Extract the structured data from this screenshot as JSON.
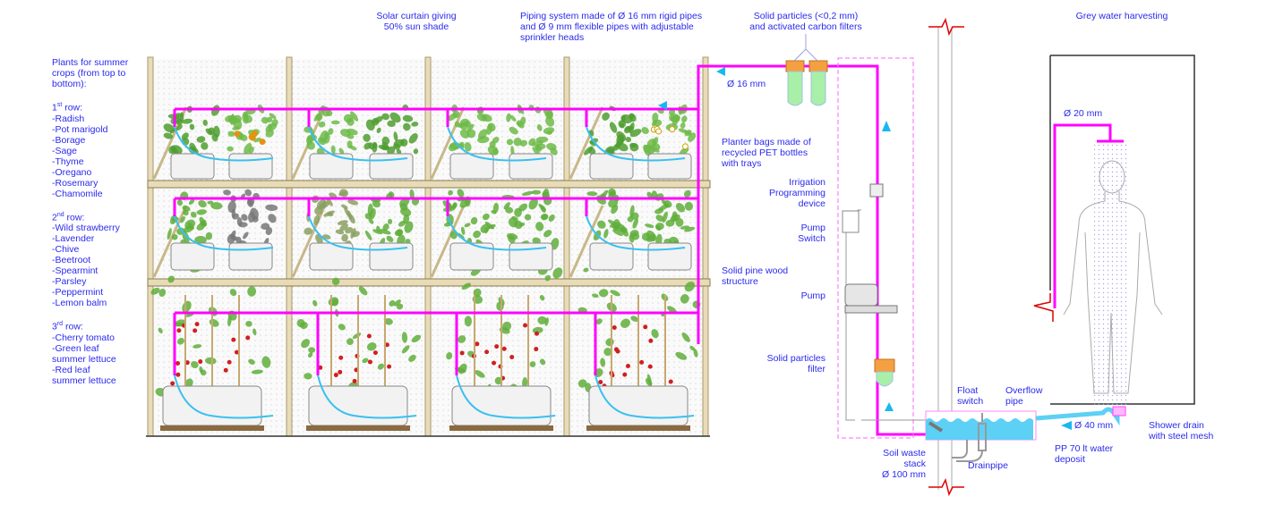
{
  "plants_list": {
    "intro": "Plants for summer\ncrops (from top to\nbottom):",
    "rows": [
      {
        "ordinal": "1",
        "suffix": "st",
        "label": " row:",
        "items": [
          "-Radish",
          "-Pot marigold",
          "-Borage",
          "-Sage",
          "-Thyme",
          "-Oregano",
          "-Rosemary",
          "-Chamomile"
        ]
      },
      {
        "ordinal": "2",
        "suffix": "nd",
        "label": " row:",
        "items": [
          "-Wild strawberry",
          "-Lavender",
          "-Chive",
          "-Beetroot",
          "-Spearmint",
          "-Parsley",
          "-Peppermint",
          "-Lemon balm"
        ]
      },
      {
        "ordinal": "3",
        "suffix": "rd",
        "label": " row:",
        "items": [
          "-Cherry tomato",
          "-Green leaf",
          "summer lettuce",
          "-Red leaf",
          "summer lettuce"
        ]
      }
    ]
  },
  "labels": {
    "solar_curtain": "Solar curtain giving\n50% sun shade",
    "piping": "Piping system made of Ø 16 mm rigid pipes\nand Ø 9 mm flexible pipes with adjustable\nsprinkler heads",
    "filters": "Solid particles (<0,2 mm)\nand activated carbon filters",
    "pipe_16": "Ø 16 mm",
    "grey_water": "Grey water harvesting",
    "planter_bags": "Planter bags made of\nrecycled PET bottles\nwith trays",
    "pine_structure": "Solid pine wood\nstructure",
    "irrigation_device": "Irrigation\nProgramming\ndevice",
    "pump_switch": "Pump\nSwitch",
    "pump": "Pump",
    "solid_filter": "Solid particles\nfilter",
    "pipe_20": "Ø 20 mm",
    "float_switch": "Float\nswitch",
    "overflow_pipe": "Overflow\npipe",
    "pipe_40": "Ø 40 mm",
    "shower_drain": "Shower drain\nwith steel mesh",
    "water_deposit": "PP 70 lt water\ndeposit",
    "soil_stack": "Soil waste\nstack\nØ 100 mm",
    "drainpipe": "Drainpipe"
  },
  "colors": {
    "label": "#2a2aee",
    "pipe": "#ff00ff",
    "water": "#5dd0f5",
    "wood": "#e8dcb8",
    "leaf": "#5fae3a",
    "filter_cap": "#f5a040",
    "filter_body": "#a8f0a8",
    "break_mark": "#e00000"
  }
}
